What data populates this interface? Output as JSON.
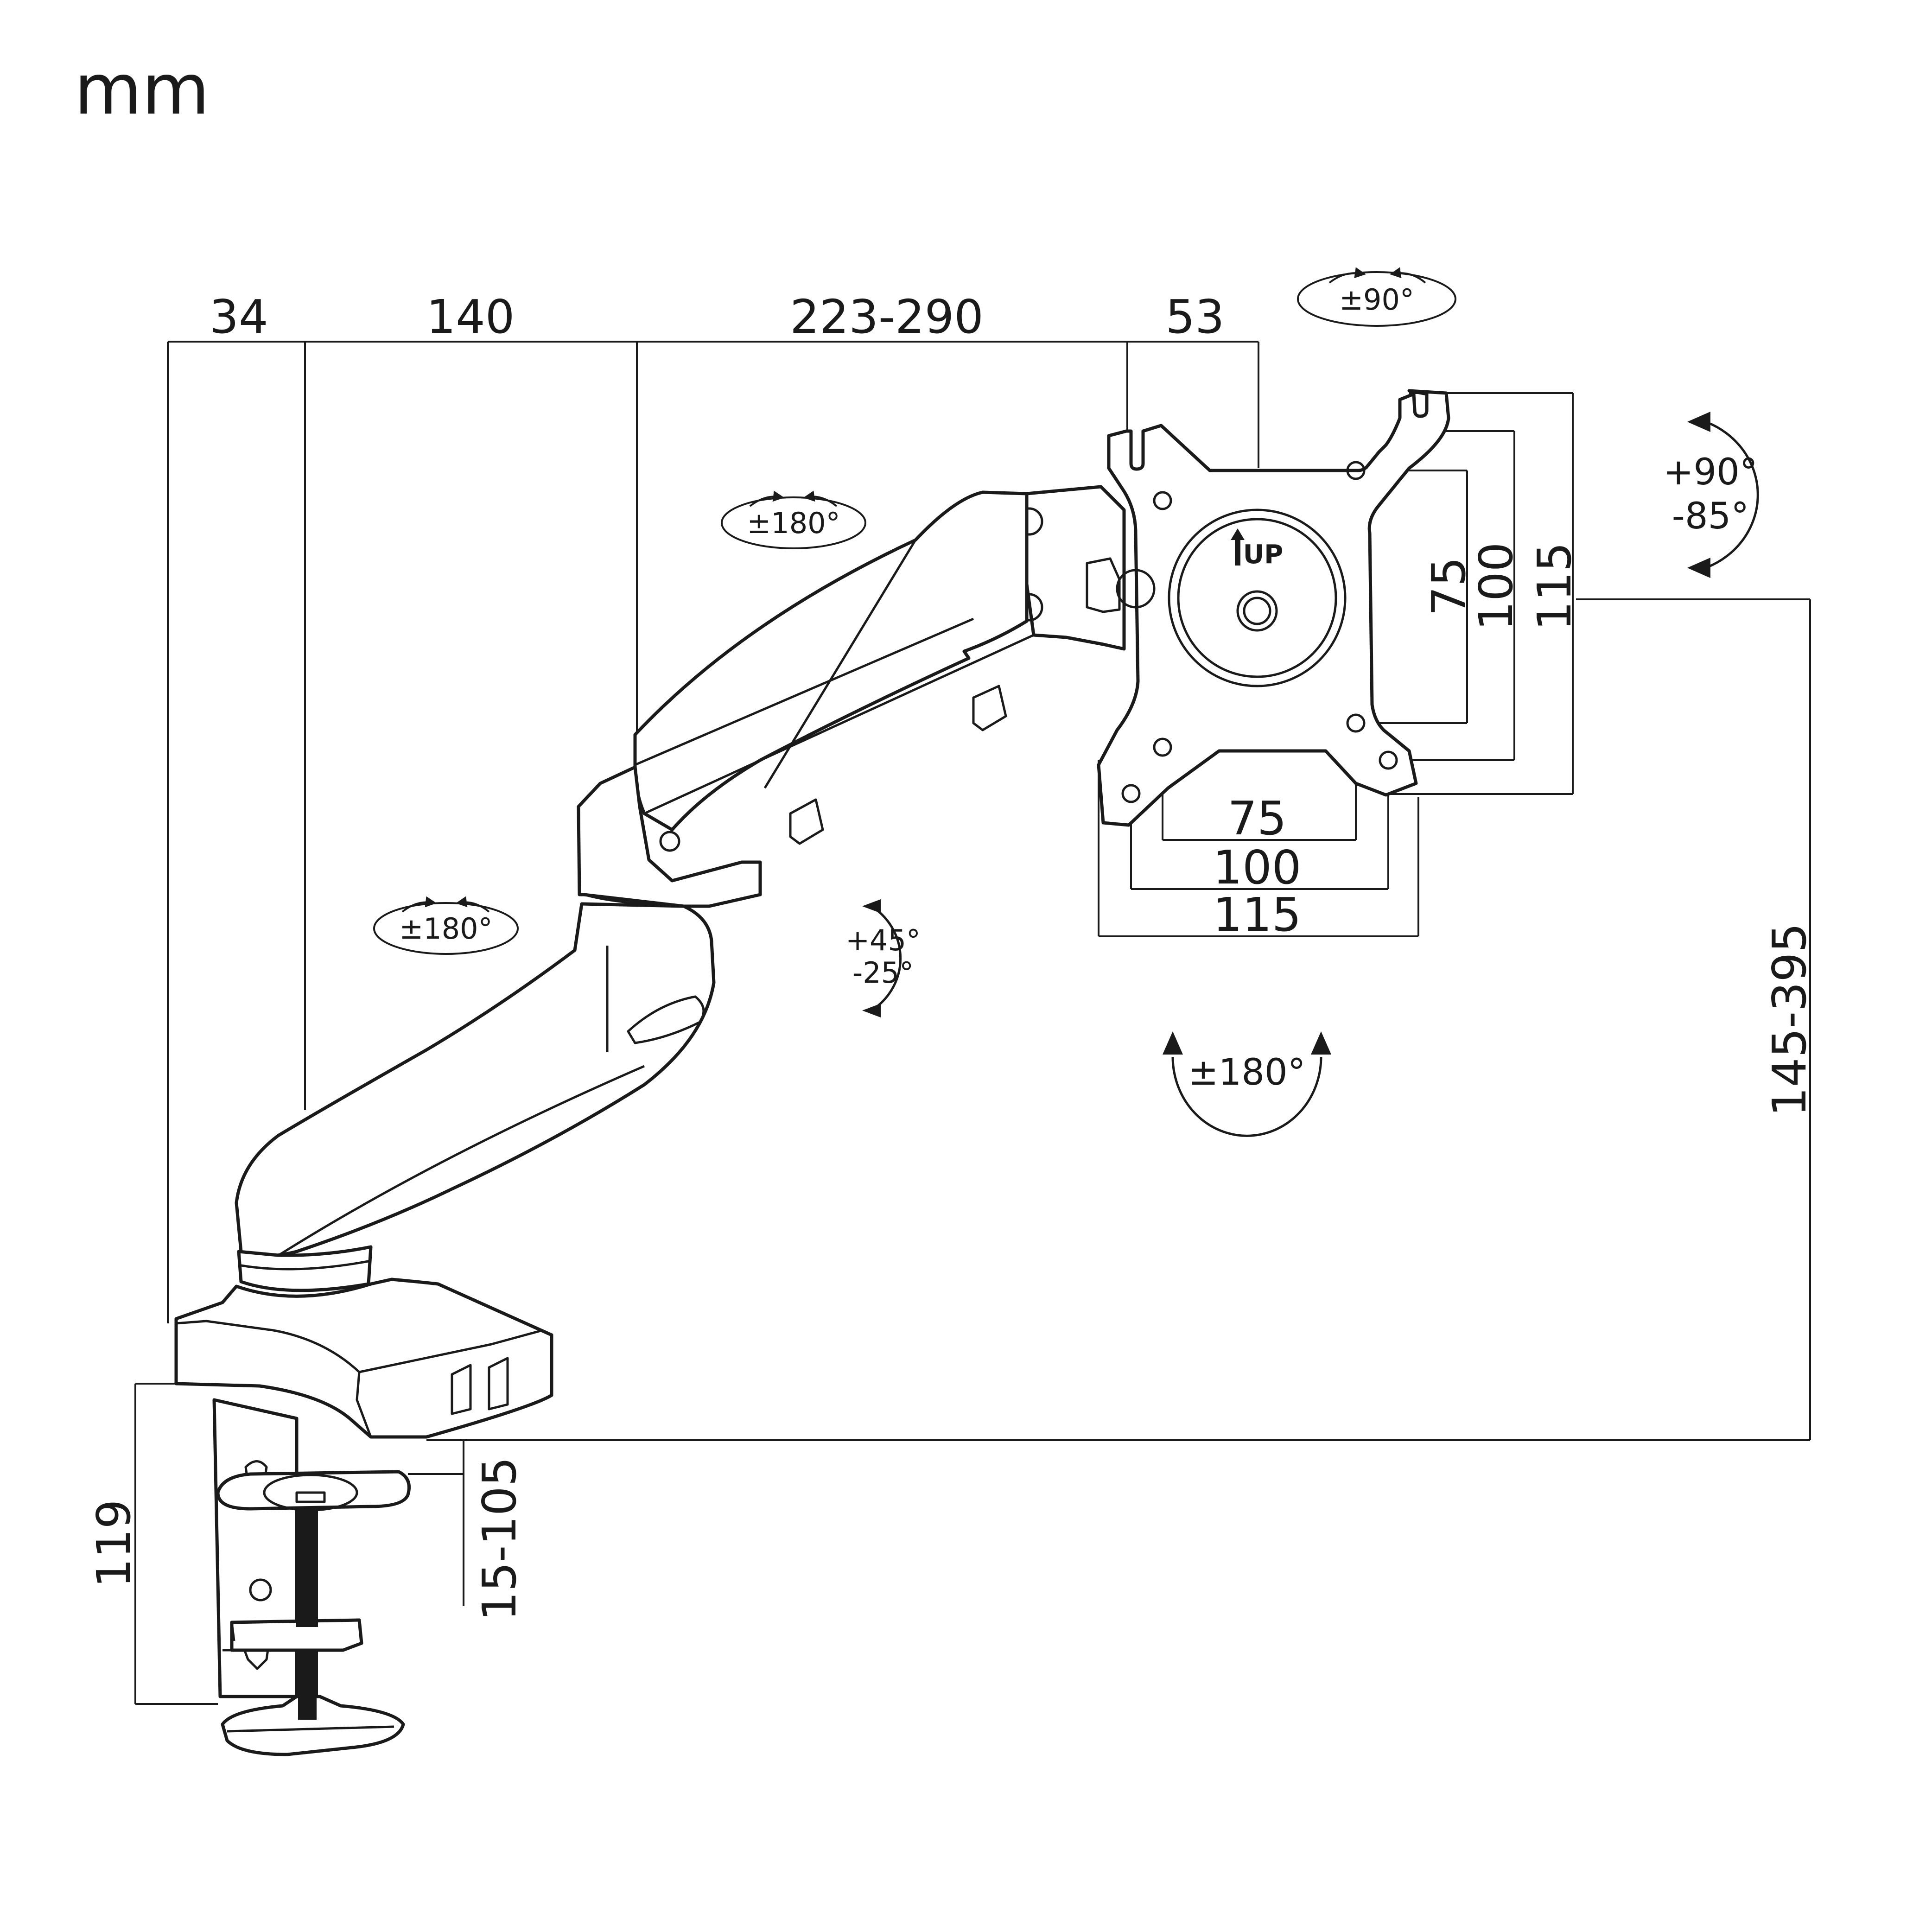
{
  "unit_label": "mm",
  "top_dimensions": [
    "34",
    "140",
    "223-290",
    "53"
  ],
  "vesa_vertical": [
    "75",
    "100",
    "115"
  ],
  "vesa_horizontal": [
    "75",
    "100",
    "115"
  ],
  "height_range": "145-395",
  "clamp_height": "119",
  "desk_thickness": "15-105",
  "rotations": {
    "plate_swivel": "±90°",
    "forearm_swivel": "±180°",
    "upper_arm_swivel": "±180°",
    "arm_tilt": [
      "+45°",
      "-25°"
    ],
    "monitor_tilt": [
      "+90°",
      "-85°"
    ],
    "monitor_rotation": "±180°"
  },
  "plate_label": "UP"
}
